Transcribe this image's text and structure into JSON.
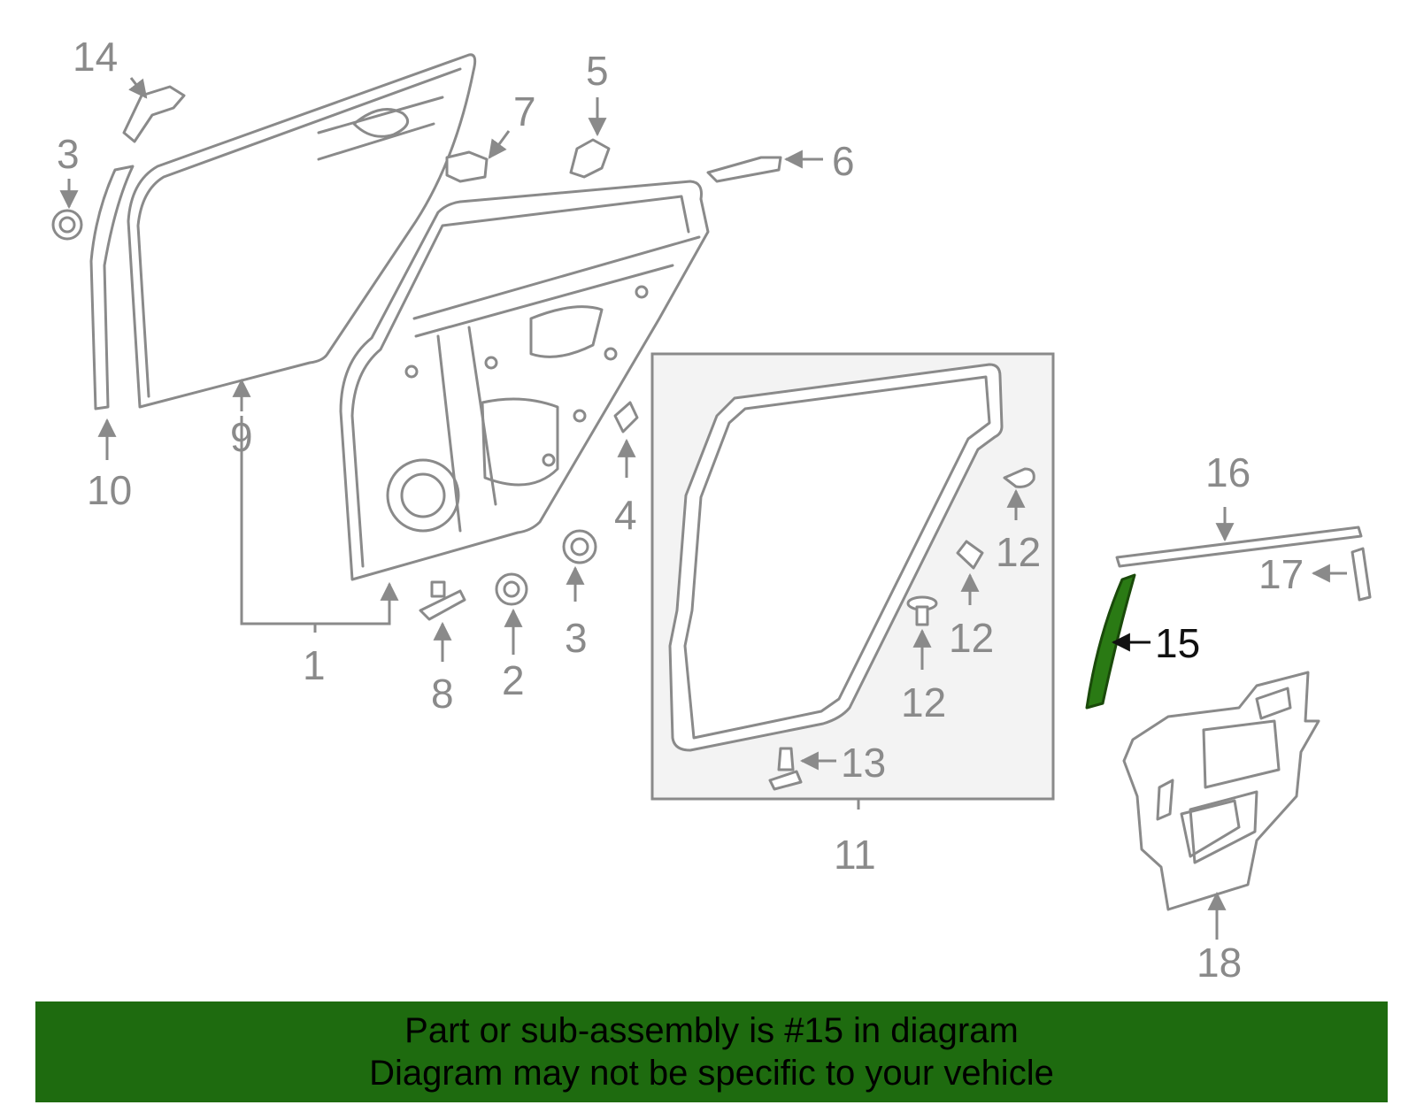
{
  "callouts": {
    "c1": "1",
    "c2": "2",
    "c3a": "3",
    "c3b": "3",
    "c4": "4",
    "c5": "5",
    "c6": "6",
    "c7": "7",
    "c8": "8",
    "c9": "9",
    "c10": "10",
    "c11": "11",
    "c12a": "12",
    "c12b": "12",
    "c12c": "12",
    "c13": "13",
    "c14": "14",
    "c15": "15",
    "c16": "16",
    "c17": "17",
    "c18": "18"
  },
  "highlight": {
    "part": "15",
    "color": "#2a7a14"
  },
  "banner": {
    "color": "#1e6b0f",
    "line1": "Part or sub-assembly is #15 in diagram",
    "line2": "Diagram may not be specific to your vehicle"
  }
}
